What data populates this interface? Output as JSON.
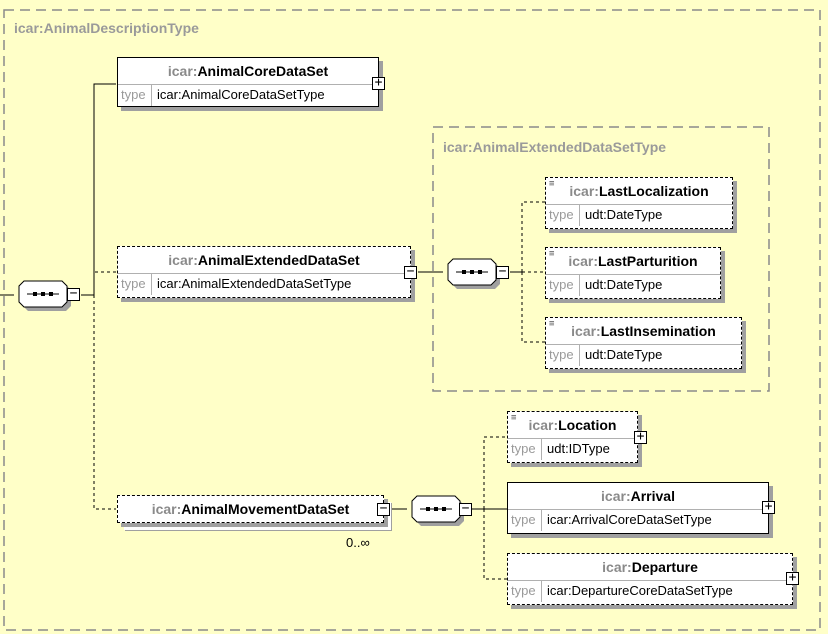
{
  "root": {
    "ns": "icar:",
    "name": "AnimalDescriptionType"
  },
  "core": {
    "ns": "icar:",
    "name": "AnimalCoreDataSet",
    "type_label": "type",
    "type": "icar:AnimalCoreDataSetType",
    "toggle": "+"
  },
  "ext": {
    "ns": "icar:",
    "name": "AnimalExtendedDataSet",
    "type_label": "type",
    "type": "icar:AnimalExtendedDataSetType",
    "toggle": "−"
  },
  "ext_group": {
    "ns": "icar:",
    "name": "AnimalExtendedDataSetType"
  },
  "last_loc": {
    "ns": "icar:",
    "name": "LastLocalization",
    "type_label": "type",
    "type": "udt:DateType"
  },
  "last_part": {
    "ns": "icar:",
    "name": "LastParturition",
    "type_label": "type",
    "type": "udt:DateType"
  },
  "last_ins": {
    "ns": "icar:",
    "name": "LastInsemination",
    "type_label": "type",
    "type": "udt:DateType"
  },
  "move": {
    "ns": "icar:",
    "name": "AnimalMovementDataSet",
    "toggle": "−",
    "cardinality": "0..∞"
  },
  "location": {
    "ns": "icar:",
    "name": "Location",
    "type_label": "type",
    "type": "udt:IDType",
    "toggle": "+"
  },
  "arrival": {
    "ns": "icar:",
    "name": "Arrival",
    "type_label": "type",
    "type": "icar:ArrivalCoreDataSetType",
    "toggle": "+"
  },
  "departure": {
    "ns": "icar:",
    "name": "Departure",
    "type_label": "type",
    "type": "icar:DepartureCoreDataSetType",
    "toggle": "+"
  },
  "sequence": {
    "toggle": "−"
  },
  "colors": {
    "background": "#ffffc8",
    "namespace": "#8a8a8a",
    "title": "#9a9a9a",
    "shadow": "#a0a0a0"
  }
}
